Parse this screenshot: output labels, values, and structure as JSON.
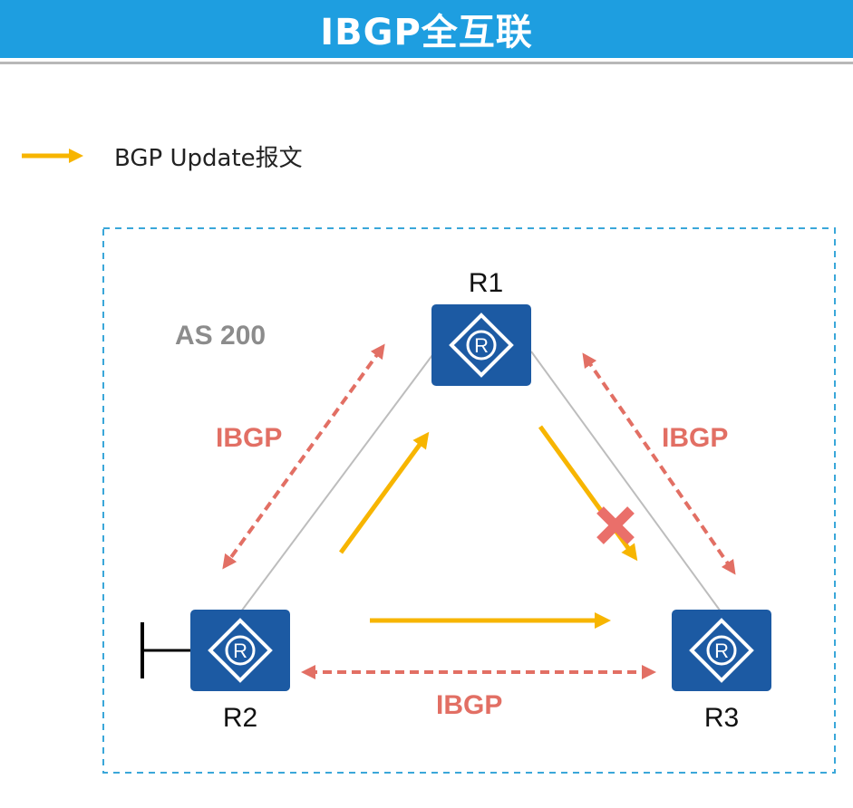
{
  "header": {
    "title": "IBGP全互联"
  },
  "legend": {
    "label": "BGP Update报文",
    "arrow_color": "#f7b500"
  },
  "diagram": {
    "as_label": "AS 200",
    "routers": [
      {
        "id": "R1",
        "label": "R1",
        "icon": "router-icon"
      },
      {
        "id": "R2",
        "label": "R2",
        "icon": "router-icon"
      },
      {
        "id": "R3",
        "label": "R3",
        "icon": "router-icon"
      }
    ],
    "sessions": [
      {
        "between": [
          "R2",
          "R1"
        ],
        "label": "IBGP"
      },
      {
        "between": [
          "R1",
          "R3"
        ],
        "label": "IBGP"
      },
      {
        "between": [
          "R2",
          "R3"
        ],
        "label": "IBGP"
      }
    ],
    "updates": [
      {
        "from": "R2",
        "to": "R1",
        "blocked": false
      },
      {
        "from": "R1",
        "to": "R3",
        "blocked": true
      },
      {
        "from": "R2",
        "to": "R3",
        "blocked": false
      }
    ],
    "colors": {
      "router_fill": "#1c5aa3",
      "ibgp": "#e26f64",
      "update": "#f7b500",
      "block_mark": "#ea6f6a",
      "as_border": "#3aa7d9",
      "link": "#bdbdbd"
    }
  }
}
